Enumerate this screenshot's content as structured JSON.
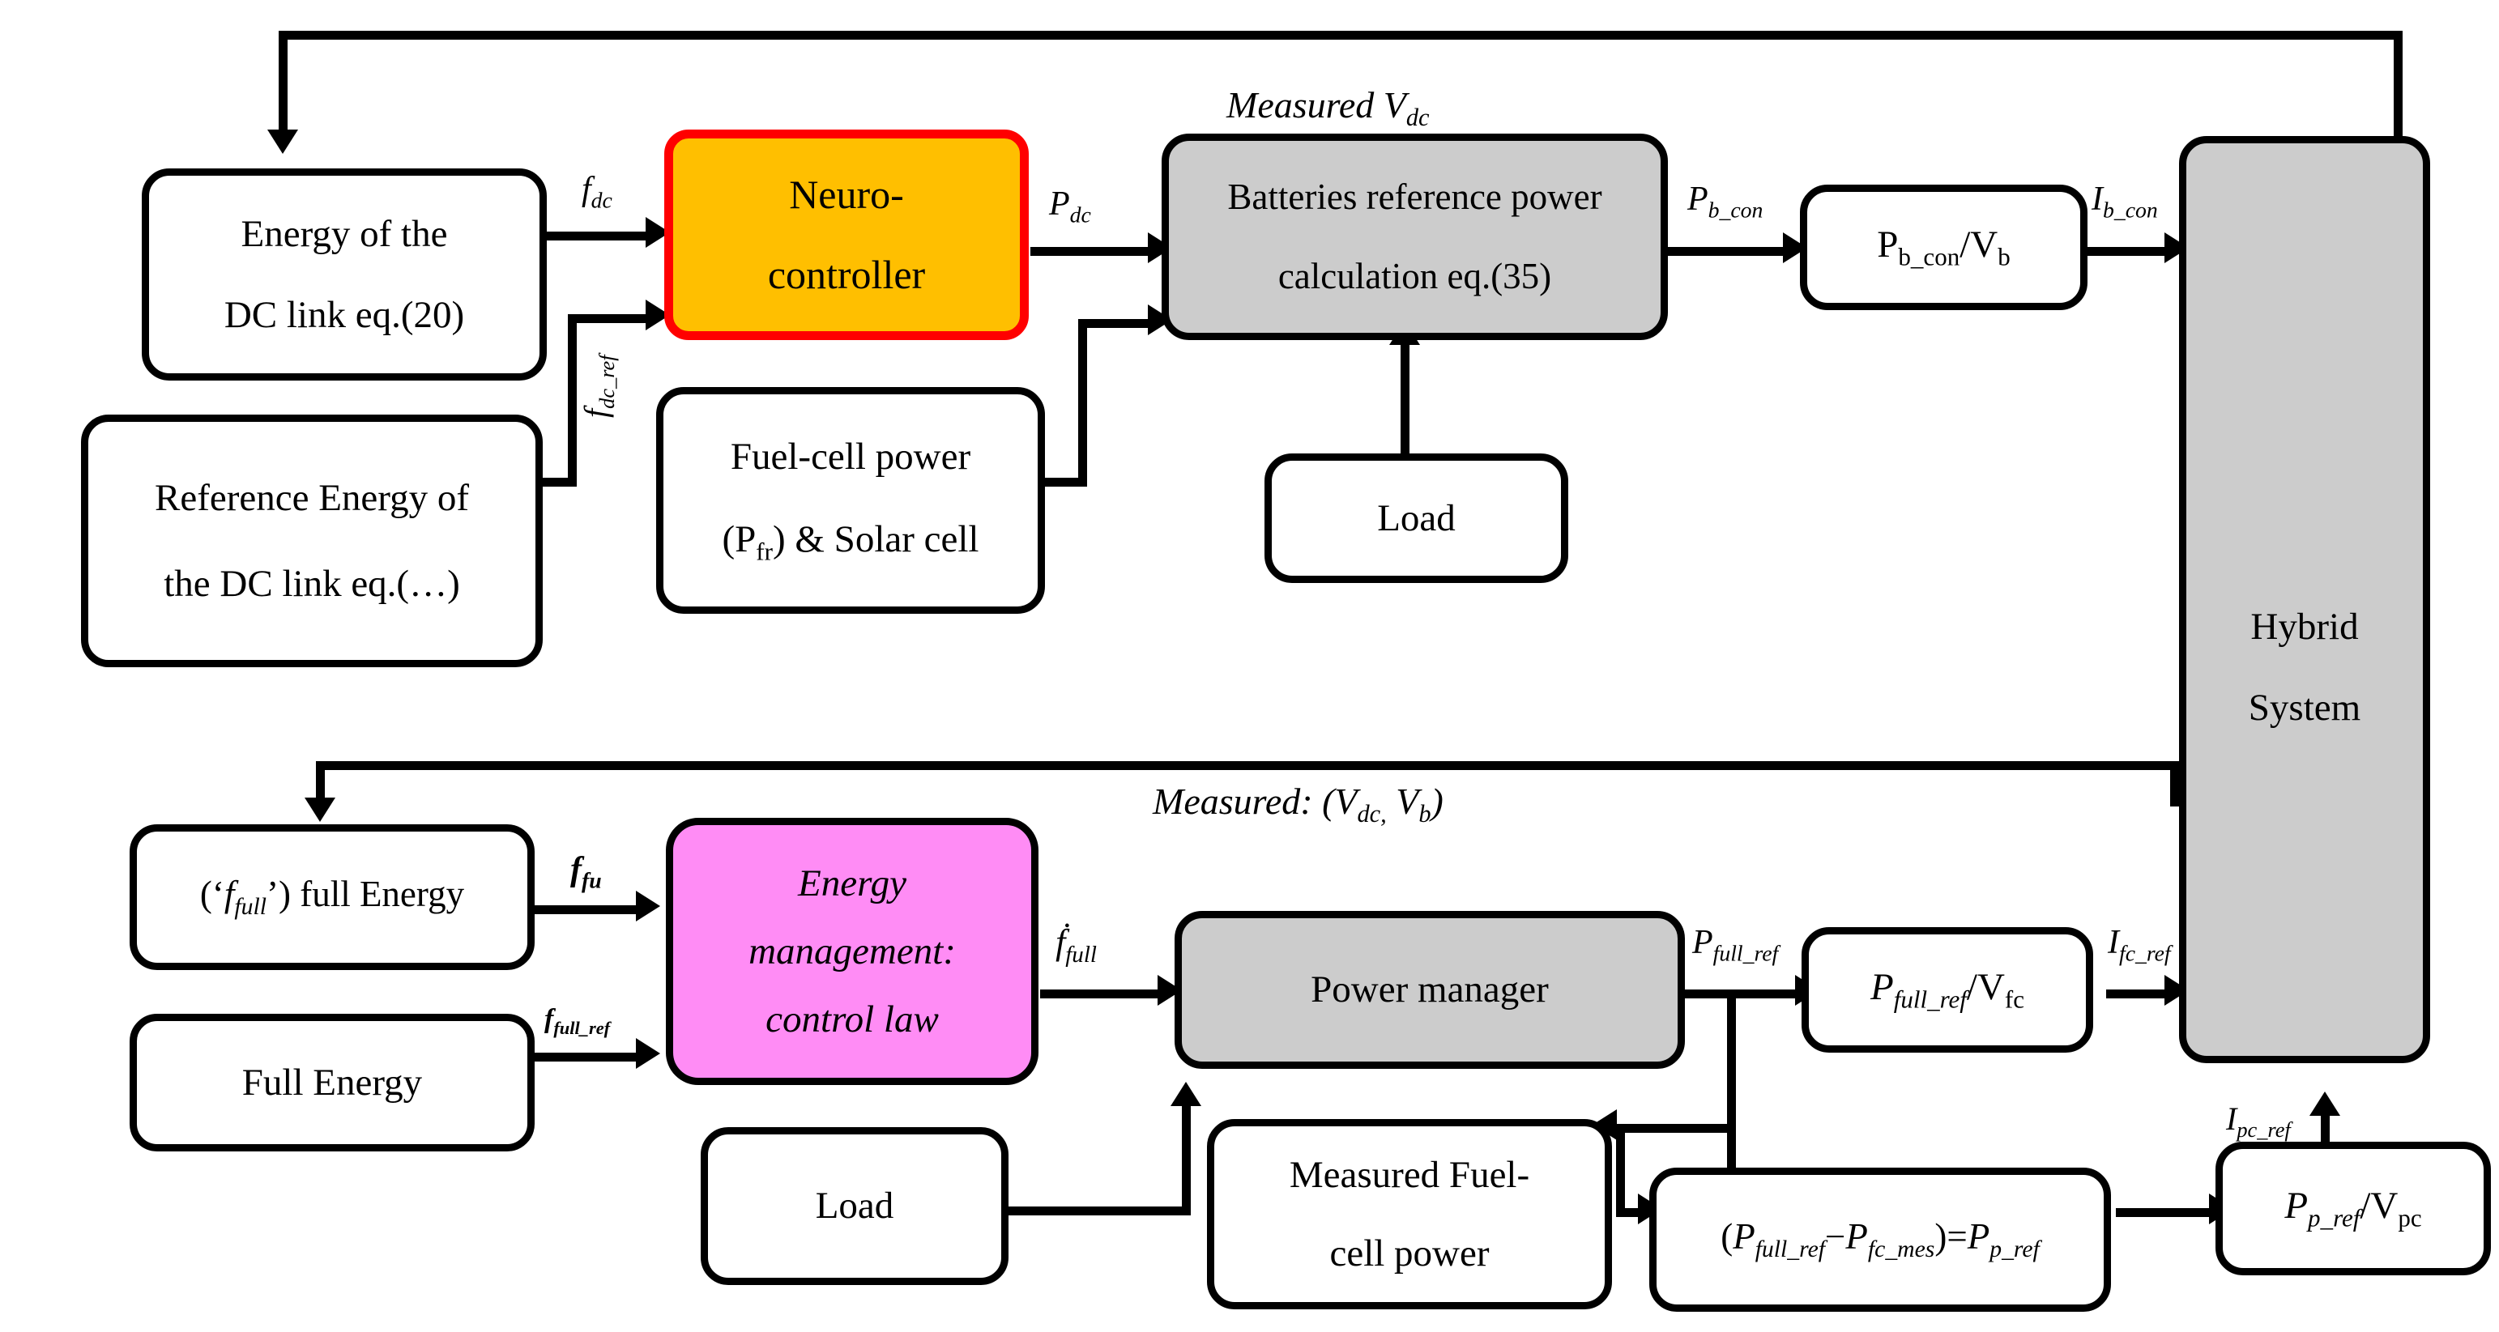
{
  "diagram": {
    "title": "Hybrid power system energy-management block diagram",
    "colors": {
      "neuro_controller_fill": "#ffbf00",
      "neuro_controller_border": "#ff0000",
      "energy_management_fill": "#ff8cf5",
      "process_block_fill": "#cccccc",
      "line": "#000000",
      "page": "#ffffff"
    }
  },
  "upper_loop": {
    "energy_dc_link": {
      "line1": "Energy of the",
      "line2": "DC link eq.(20)"
    },
    "reference_energy": {
      "line1": "Reference Energy of",
      "line2": "the DC link eq.(…)"
    },
    "fuel_cell_solar": {
      "line1": "Fuel-cell power",
      "line2": "(P",
      "line2_sub": "fr",
      "line2_rest": ") & Solar cell"
    },
    "neuro_controller": {
      "line1": "Neuro-",
      "line2": "controller"
    },
    "batteries_calc": {
      "line1": "Batteries reference power",
      "line2": "calculation eq.(35)"
    },
    "load": {
      "label": "Load"
    },
    "pb_over_vb": {
      "num": "P",
      "num_sub": "b_con",
      "den": "V",
      "den_sub": "b"
    },
    "hybrid_system": {
      "line1": "Hybrid",
      "line2": "System"
    },
    "signals": {
      "f_dc": {
        "base": "f",
        "sub": "dc"
      },
      "f_dc_ref": {
        "base": "f",
        "sub": "dc_ref"
      },
      "p_dc": {
        "base": "P",
        "sub": "dc"
      },
      "p_b_con": {
        "base": "P",
        "sub": "b_con"
      },
      "i_b_con": {
        "base": "I",
        "sub": "b_con"
      },
      "measured_vdc": {
        "text": "Measured V",
        "sub": "dc"
      }
    }
  },
  "lower_loop": {
    "f_full_energy": {
      "prefix": "(‘",
      "sym": "f",
      "sym_sub": "full",
      "suffix": "’) full Energy"
    },
    "full_energy": {
      "label": "Full Energy"
    },
    "energy_management": {
      "line1": "Energy",
      "line2": "management:",
      "line3": "control law"
    },
    "power_manager": {
      "label": "Power manager"
    },
    "load": {
      "label": "Load"
    },
    "measured_fc_power": {
      "line1": "Measured Fuel-",
      "line2": "cell power"
    },
    "pfull_over_vfc": {
      "num": "P",
      "num_sub": "full_ref",
      "den": "V",
      "den_sub": "fc"
    },
    "p_difference": {
      "text": "(P",
      "sub1": "full_ref",
      "minus": "−P",
      "sub2": "fc_mes",
      "eq": ")=P",
      "sub3": "p_ref"
    },
    "pp_over_vpc": {
      "num": "P",
      "num_sub": "p_ref",
      "den": "V",
      "den_sub": "pc"
    },
    "signals": {
      "f_fu": {
        "base": "f",
        "sub": "fu"
      },
      "f_full_ref": {
        "base": "f",
        "sub": "full_ref"
      },
      "f_full_dot": {
        "base": "ḟ",
        "sub": "full"
      },
      "p_full_ref": {
        "base": "P",
        "sub": "full_ref"
      },
      "i_fc_ref": {
        "base": "I",
        "sub": "fc_ref"
      },
      "i_pc_ref": {
        "base": "I",
        "sub": "pc_ref"
      },
      "measured_vdc_vb": {
        "text": "Measured: (V",
        "sub1": "dc,",
        "mid": " V",
        "sub2": "b",
        "close": ")"
      }
    }
  }
}
